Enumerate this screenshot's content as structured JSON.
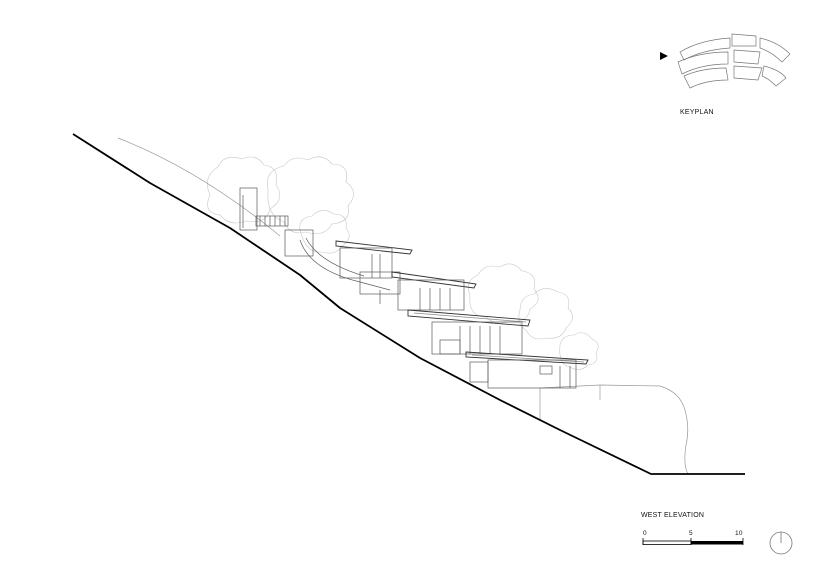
{
  "keyplan": {
    "label": "KEYPLAN"
  },
  "drawing": {
    "title": "WEST ELEVATION"
  },
  "scale_bar": {
    "ticks": [
      "0",
      "5",
      "10"
    ]
  },
  "icons": {
    "keyplan_marker": "view-direction-arrow-icon",
    "north": "north-arrow-icon"
  }
}
